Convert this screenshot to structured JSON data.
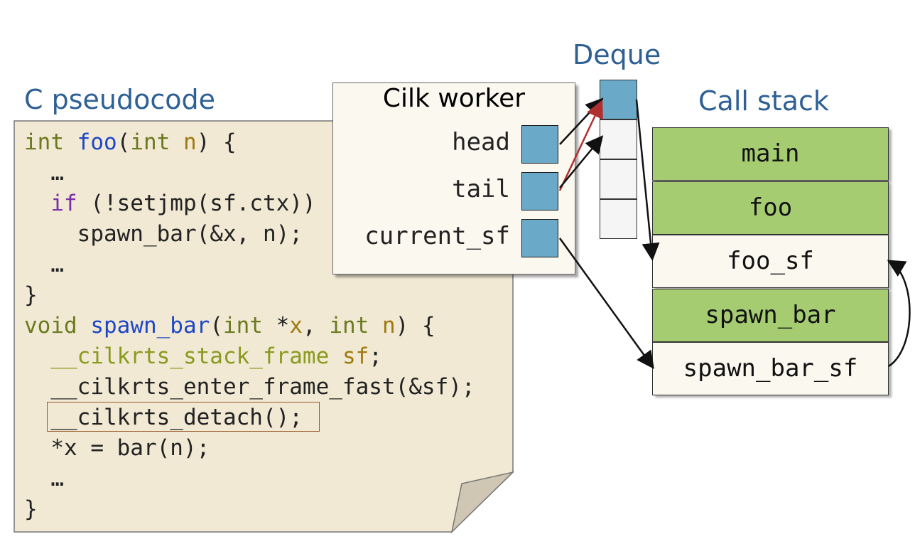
{
  "headings": {
    "code": "C pseudocode",
    "deque": "Deque",
    "call_stack": "Call stack"
  },
  "code": [
    [
      [
        "ty",
        "int"
      ],
      [
        "pl",
        " "
      ],
      [
        "fn",
        "foo"
      ],
      [
        "pl",
        "("
      ],
      [
        "ty",
        "int"
      ],
      [
        "pl",
        " "
      ],
      [
        "pa",
        "n"
      ],
      [
        "pl",
        ") {"
      ]
    ],
    [
      [
        "pl",
        "  …"
      ]
    ],
    [
      [
        "pl",
        "  "
      ],
      [
        "kw",
        "if"
      ],
      [
        "pl",
        " (!setjmp(sf.ctx))"
      ]
    ],
    [
      [
        "pl",
        "    spawn_bar(&x, n);"
      ]
    ],
    [
      [
        "pl",
        "  …"
      ]
    ],
    [
      [
        "pl",
        "}"
      ]
    ],
    [
      [
        "ty",
        "void"
      ],
      [
        "pl",
        " "
      ],
      [
        "fn",
        "spawn_bar"
      ],
      [
        "pl",
        "("
      ],
      [
        "ty",
        "int"
      ],
      [
        "pl",
        " *"
      ],
      [
        "pa",
        "x"
      ],
      [
        "pl",
        ", "
      ],
      [
        "ty",
        "int"
      ],
      [
        "pl",
        " "
      ],
      [
        "pa",
        "n"
      ],
      [
        "pl",
        ") {"
      ]
    ],
    [
      [
        "pl",
        "  "
      ],
      [
        "cf",
        "__cilkrts_stack_frame"
      ],
      [
        "pl",
        " "
      ],
      [
        "pa",
        "sf"
      ],
      [
        "pl",
        ";"
      ]
    ],
    [
      [
        "pl",
        "  __cilkrts_enter_frame_fast(&sf);"
      ]
    ],
    [
      [
        "pl",
        "  __cilkrts_detach();"
      ]
    ],
    [
      [
        "pl",
        "  *x = bar(n);"
      ]
    ],
    [
      [
        "pl",
        "  …"
      ]
    ],
    [
      [
        "pl",
        "}"
      ]
    ]
  ],
  "worker": {
    "title": "Cilk worker",
    "fields": [
      "head",
      "tail",
      "current_sf"
    ]
  },
  "deque": {
    "slots": 4,
    "filled": 1
  },
  "call_stack": [
    {
      "label": "main",
      "kind": "green"
    },
    {
      "label": "foo",
      "kind": "green"
    },
    {
      "label": "foo_sf",
      "kind": "light"
    },
    {
      "label": "spawn_bar",
      "kind": "green"
    },
    {
      "label": "spawn_bar_sf",
      "kind": "light"
    }
  ],
  "colors": {
    "heading": "#2e6094",
    "pointer": "#6aaac8",
    "frame_green": "#a6cc72",
    "tail_arrow": "#b03030",
    "paper": "#f1e9d4"
  }
}
